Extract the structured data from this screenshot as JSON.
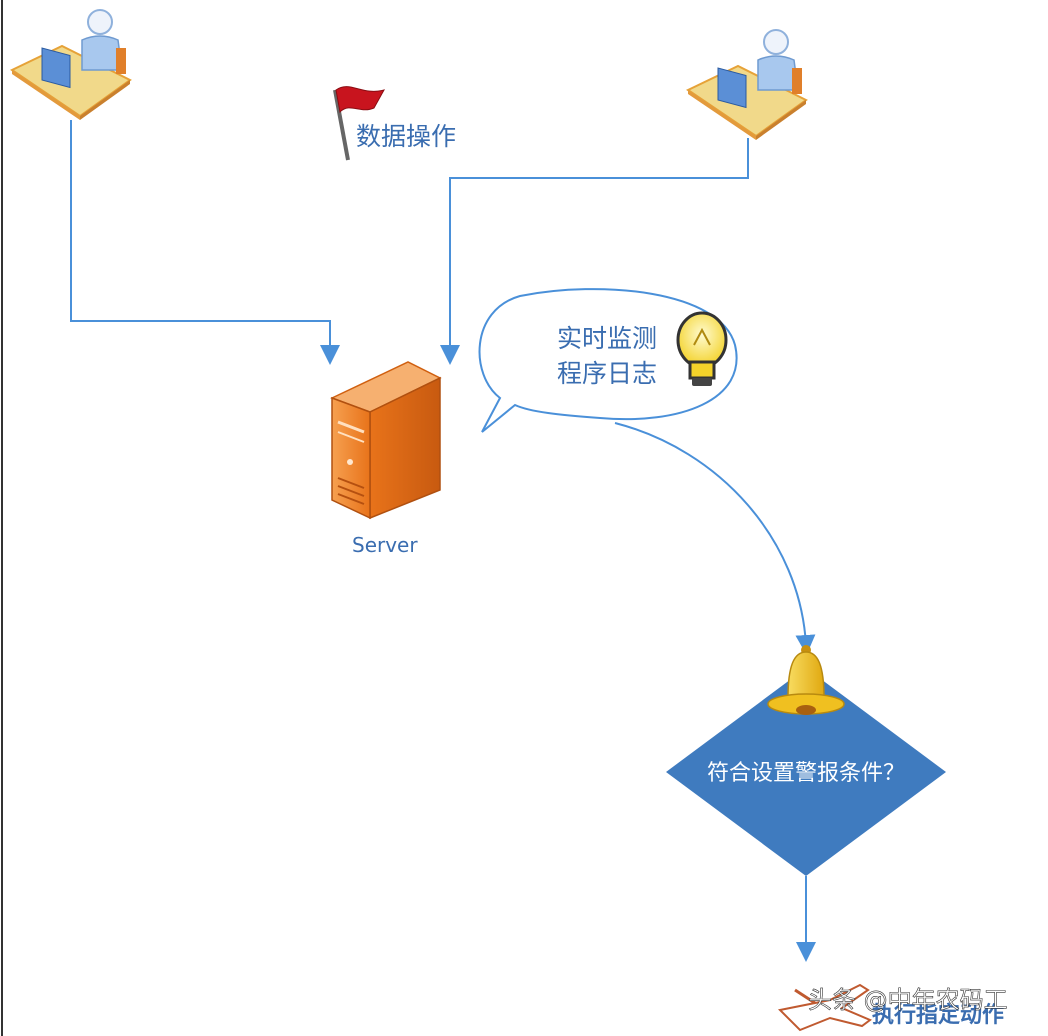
{
  "diagram": {
    "flag_label": "数据操作",
    "server_label": "Server",
    "bubble_line1": "实时监测",
    "bubble_line2": "程序日志",
    "decision_text": "符合设置警报条件？",
    "action_label": "执行指定动作",
    "watermark": "头条 @中年农码工"
  },
  "colors": {
    "connector": "#4a90d9",
    "decision_fill": "#3f7bbf",
    "server_orange": "#e8731a",
    "label_blue": "#3a6db0",
    "flag_red": "#c8141e",
    "bell_yellow": "#f0c020"
  },
  "icons": [
    "user-workstation-icon",
    "flag-icon",
    "server-icon",
    "lightbulb-icon",
    "bell-icon",
    "airplane-icon"
  ]
}
